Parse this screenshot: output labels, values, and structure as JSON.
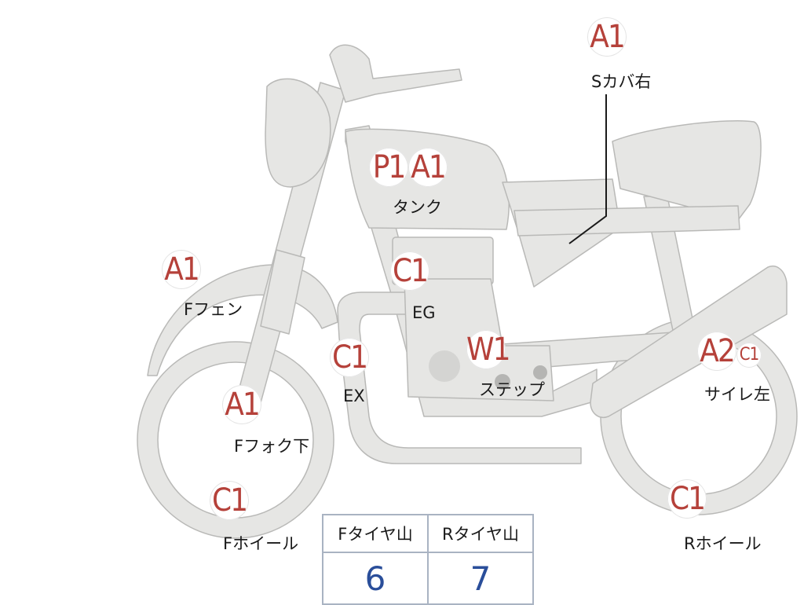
{
  "colors": {
    "body": "#e6e6e4",
    "body_edge": "#b9b9b7",
    "badge_text": "#b5413a",
    "label_text": "#1a1a1a",
    "table_value": "#2a4e9a",
    "table_border": "#a9b3c2"
  },
  "markers": {
    "s_cover_right": {
      "grade": "A1",
      "label": "Sカバ右"
    },
    "tank": {
      "grades": [
        "P1",
        "A1"
      ],
      "label": "タンク"
    },
    "front_fender": {
      "grade": "A1",
      "label": "Fフェン"
    },
    "engine": {
      "grade": "C1",
      "label": "EG"
    },
    "exhaust": {
      "grade": "C1",
      "label": "EX"
    },
    "step": {
      "grade": "W1",
      "label": "ステップ"
    },
    "silencer_left": {
      "grades": [
        "A2",
        "C1"
      ],
      "label": "サイレ左"
    },
    "front_fork_lower": {
      "grade": "A1",
      "label": "Fフォク下"
    },
    "front_wheel": {
      "grade": "C1",
      "label": "Fホイール"
    },
    "rear_wheel": {
      "grade": "C1",
      "label": "Rホイール"
    }
  },
  "tire_tread": {
    "headers": [
      "Fタイヤ山",
      "Rタイヤ山"
    ],
    "values": [
      "6",
      "7"
    ]
  }
}
